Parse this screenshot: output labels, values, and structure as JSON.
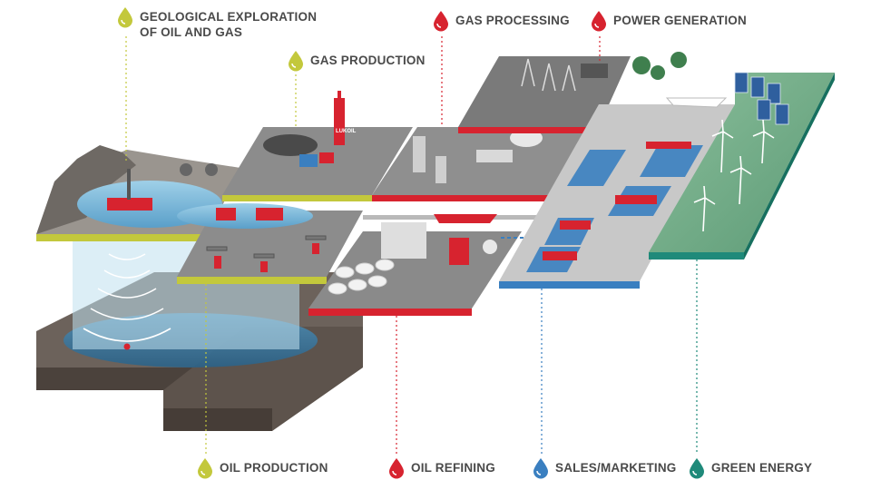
{
  "labels": {
    "geo_line1": "GEOLOGICAL EXPLORATION",
    "geo_line2": "OF OIL AND GAS",
    "gas_production": "GAS PRODUCTION",
    "gas_processing": "GAS PROCESSING",
    "power_generation": "POWER GENERATION",
    "oil_production": "OIL PRODUCTION",
    "oil_refining": "OIL REFINING",
    "sales_marketing": "SALES/MARKETING",
    "green_energy": "GREEN ENERGY",
    "logo_text": "LUKOIL"
  },
  "colors": {
    "yellow_green": "#c3c83c",
    "red": "#d7232f",
    "blue": "#3a7fc0",
    "teal": "#1f8a7a",
    "ground": "#5b514b",
    "platform_gray": "#8c8c8c",
    "water": "#7fb6d6"
  },
  "icons": [
    "drop-icon"
  ]
}
